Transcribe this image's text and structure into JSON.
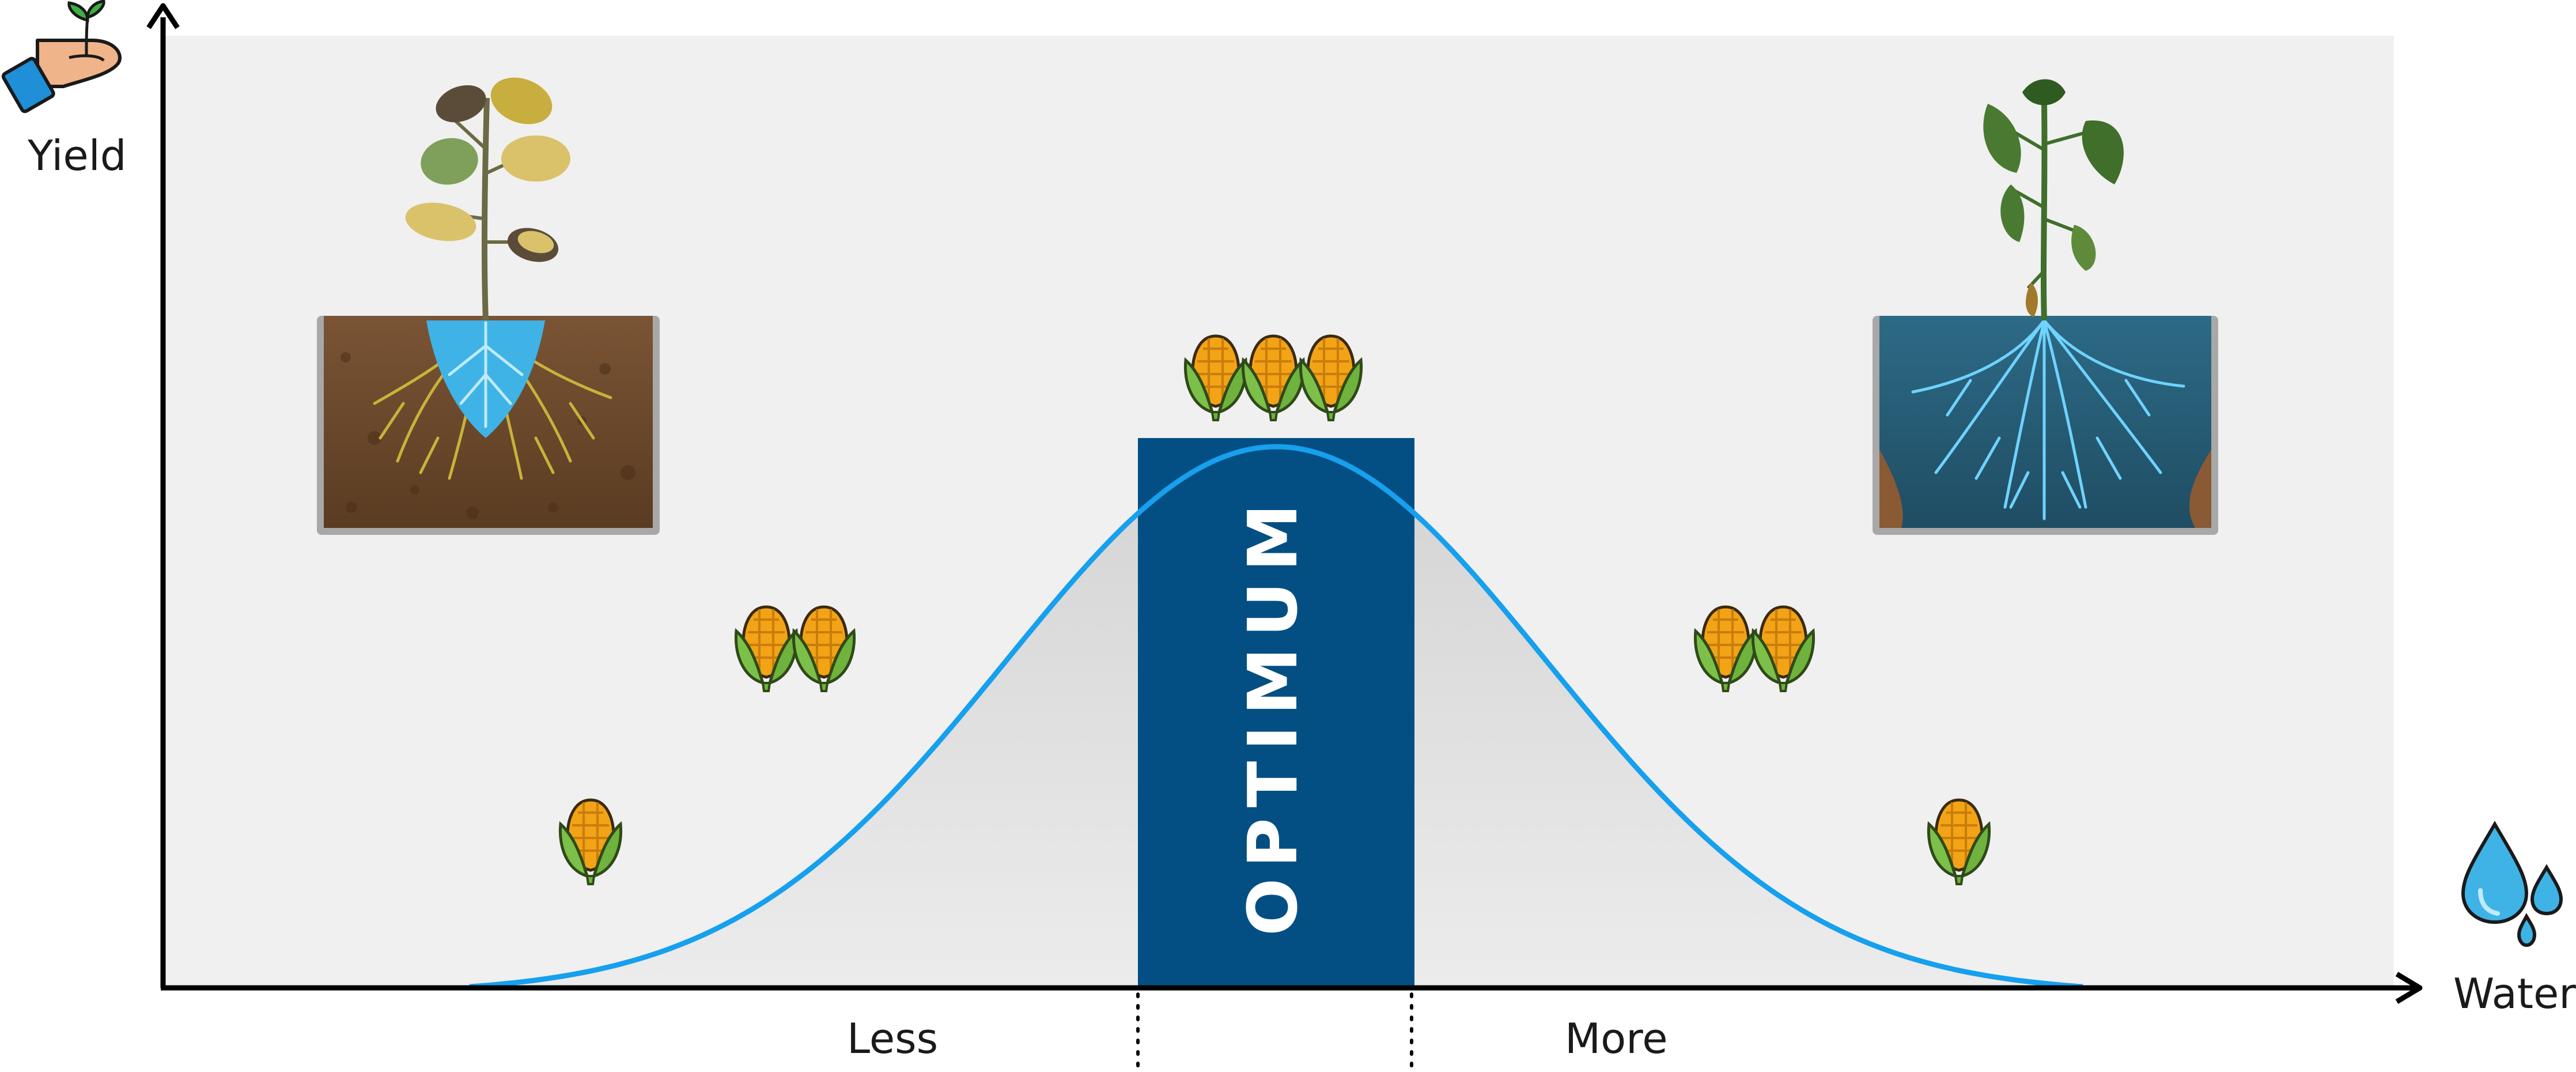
{
  "axes": {
    "y_label": "Yield",
    "x_label": "Water"
  },
  "zones": {
    "left": "Less",
    "right": "More",
    "center": "OPTIMUM"
  },
  "yield_levels": [
    {
      "zone": "less",
      "corn_count": 1
    },
    {
      "zone": "less",
      "corn_count": 2
    },
    {
      "zone": "optimum",
      "corn_count": 3
    },
    {
      "zone": "more",
      "corn_count": 2
    },
    {
      "zone": "more",
      "corn_count": 1
    }
  ],
  "illustrations": {
    "left_plant": "dry-soil-plant",
    "right_plant": "waterlogged-soil-plant",
    "yield_icon": "hand-sprout-icon",
    "water_icon": "water-drops-icon",
    "corn_icon": "corn-cob-icon"
  },
  "colors": {
    "background_panel": "#f0f0f0",
    "curve": "#16a0ee",
    "curve_fill": "#e2e2e2",
    "optimum_band": "#034f83",
    "optimum_text": "#ffffff",
    "axis": "#000000",
    "dry_soil": "#6b4a2b",
    "dry_roots": "#c9b23a",
    "wet_soil": "#2f5f7a",
    "roots_blue": "#4cc3f0",
    "leaf_yellow": "#d9c26a",
    "leaf_green": "#3f6f2a",
    "corn_kernel": "#f2a316",
    "corn_husk": "#7cc04a"
  }
}
